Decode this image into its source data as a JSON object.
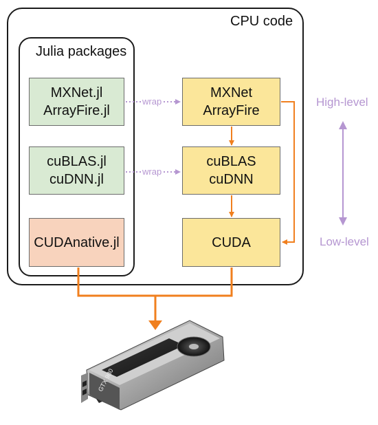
{
  "cpu_label": "CPU code",
  "julia_label": "Julia packages",
  "julia_boxes": [
    {
      "lines": [
        "MXNet.jl",
        "ArrayFire.jl"
      ]
    },
    {
      "lines": [
        "cuBLAS.jl",
        "cuDNN.jl"
      ]
    },
    {
      "lines": [
        "CUDAnative.jl"
      ]
    }
  ],
  "native_boxes": [
    {
      "lines": [
        "MXNet",
        "ArrayFire"
      ]
    },
    {
      "lines": [
        "cuBLAS",
        "cuDNN"
      ]
    },
    {
      "lines": [
        "CUDA"
      ]
    }
  ],
  "wrap_label": "wrap",
  "high_level": "High-level",
  "low_level": "Low-level",
  "gpu_model": "GTX 980",
  "colors": {
    "julia_green": "#d9ead3",
    "julia_peach": "#f8d3bd",
    "native_yellow": "#fbe69a",
    "arrow_orange": "#f07f1e",
    "wrap_purple": "#b596d1"
  }
}
